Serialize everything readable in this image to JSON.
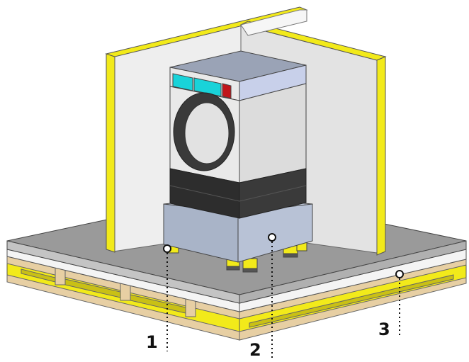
{
  "callouts": [
    {
      "label": "1"
    },
    {
      "label": "2"
    },
    {
      "label": "3"
    }
  ],
  "colors": {
    "floor_top": "#9a9a9a",
    "floor_edge": "#8a8a8a",
    "insulation": "#f2ea1a",
    "insulation_dark": "#c9c015",
    "wood": "#e7cfa3",
    "wood_dark": "#c9a873",
    "white_layer": "#f4f4f4",
    "wall": "#e6e6e6",
    "wall_edge": "#cfcfcf",
    "machine_front": "#e9e9e9",
    "machine_side": "#d8d8d8",
    "machine_top": "#9aa3b6",
    "machine_top_side": "#c8d0ea",
    "base_front": "#a9b4c8",
    "base_side": "#b8c2d6",
    "base_top": "#c7d0e2",
    "panel_cyan": "#19d3d9",
    "panel_red": "#c0151a",
    "kick_plate": "#2d2d2d"
  }
}
